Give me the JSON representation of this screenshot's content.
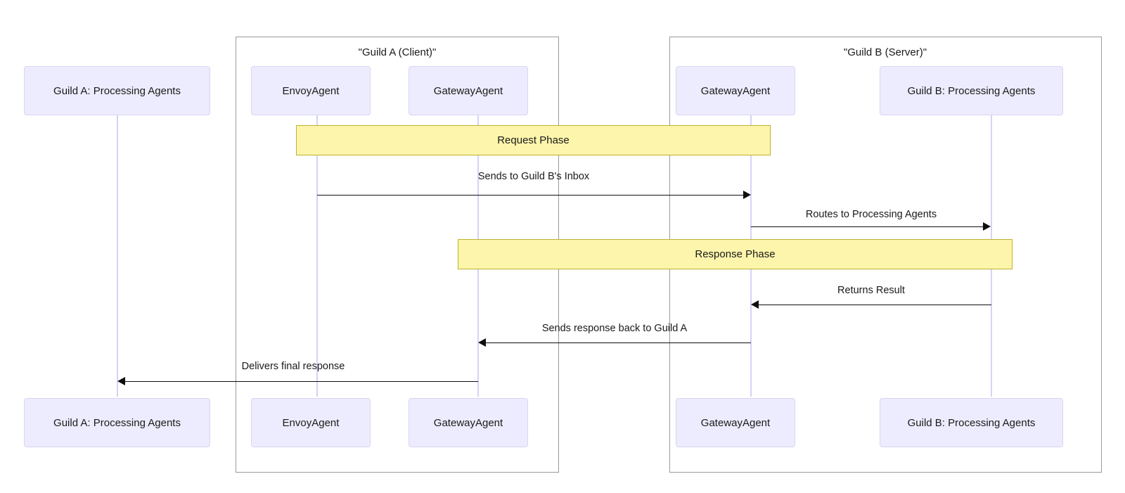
{
  "diagram": {
    "type": "sequence-diagram",
    "groups": [
      {
        "id": "guild-a",
        "label": "\"Guild A (Client)\""
      },
      {
        "id": "guild-b",
        "label": "\"Guild B (Server)\""
      }
    ],
    "participants": [
      {
        "id": "guild-a-processing",
        "label": "Guild A: Processing Agents"
      },
      {
        "id": "envoy-agent",
        "label": "EnvoyAgent"
      },
      {
        "id": "gateway-agent-a",
        "label": "GatewayAgent"
      },
      {
        "id": "gateway-agent-b",
        "label": "GatewayAgent"
      },
      {
        "id": "guild-b-processing",
        "label": "Guild B: Processing Agents"
      }
    ],
    "phases": [
      {
        "id": "request-phase",
        "label": "Request Phase"
      },
      {
        "id": "response-phase",
        "label": "Response Phase"
      }
    ],
    "messages": [
      {
        "id": "msg-1",
        "label": "Sends to Guild B's Inbox",
        "from": "envoy-agent",
        "to": "gateway-agent-b",
        "direction": "right"
      },
      {
        "id": "msg-2",
        "label": "Routes to Processing Agents",
        "from": "gateway-agent-b",
        "to": "guild-b-processing",
        "direction": "right"
      },
      {
        "id": "msg-3",
        "label": "Returns Result",
        "from": "guild-b-processing",
        "to": "gateway-agent-b",
        "direction": "left"
      },
      {
        "id": "msg-4",
        "label": "Sends response back to Guild A",
        "from": "gateway-agent-b",
        "to": "gateway-agent-a",
        "direction": "left"
      },
      {
        "id": "msg-5",
        "label": "Delivers final response",
        "from": "gateway-agent-a",
        "to": "guild-a-processing",
        "direction": "left"
      }
    ],
    "colors": {
      "actor_fill": "#ececfe",
      "actor_border": "#d9d5f2",
      "phase_fill": "#fdf5ab",
      "phase_border": "#bdb12e",
      "lifeline": "#d6d2f8",
      "group_border": "#9a9a9a",
      "text": "#1a1a1a",
      "arrow": "#0f0f0f"
    }
  }
}
